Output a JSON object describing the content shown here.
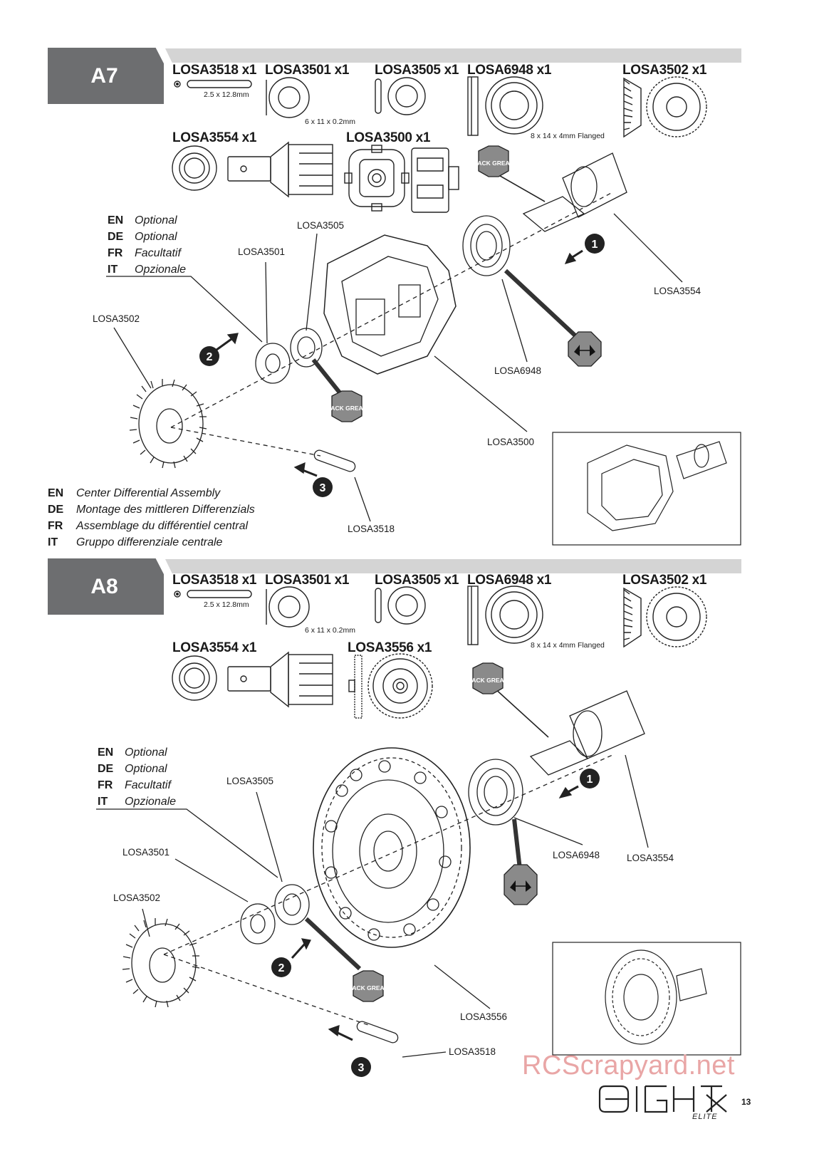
{
  "sections": [
    {
      "step": "A7",
      "parts": {
        "p1": "LOSA3518 x1",
        "p2": "LOSA3501 x1",
        "p3": "LOSA3505 x1",
        "p4": "LOSA6948 x1",
        "p5": "LOSA3502 x1",
        "p6": "LOSA3554 x1",
        "p7": "LOSA3500 x1"
      },
      "dims": {
        "d1": "2.5 x 12.8mm",
        "d2": "6 x 11 x 0.2mm",
        "d3": "8 x 14 x 4mm Flanged"
      },
      "optional": [
        {
          "code": "EN",
          "text": "Optional"
        },
        {
          "code": "DE",
          "text": "Optional"
        },
        {
          "code": "FR",
          "text": "Facultatif"
        },
        {
          "code": "IT",
          "text": "Opzionale"
        }
      ],
      "callouts": {
        "c1": "LOSA3505",
        "c2": "LOSA3501",
        "c3": "LOSA3502",
        "c4": "LOSA3554",
        "c5": "LOSA6948",
        "c6": "LOSA3500",
        "c7": "LOSA3518"
      },
      "grease": "BLACK GREASE",
      "steps": [
        "1",
        "2",
        "3"
      ],
      "title": [
        {
          "code": "EN",
          "text": "Center Differential Assembly"
        },
        {
          "code": "DE",
          "text": "Montage des mittleren Differenzials"
        },
        {
          "code": "FR",
          "text": "Assemblage du différentiel central"
        },
        {
          "code": "IT",
          "text": "Gruppo differenziale centrale"
        }
      ]
    },
    {
      "step": "A8",
      "parts": {
        "p1": "LOSA3518 x1",
        "p2": "LOSA3501 x1",
        "p3": "LOSA3505 x1",
        "p4": "LOSA6948 x1",
        "p5": "LOSA3502 x1",
        "p6": "LOSA3554 x1",
        "p7": "LOSA3556 x1"
      },
      "dims": {
        "d1": "2.5 x 12.8mm",
        "d2": "6 x 11 x 0.2mm",
        "d3": "8 x 14 x 4mm Flanged"
      },
      "optional": [
        {
          "code": "EN",
          "text": "Optional"
        },
        {
          "code": "DE",
          "text": "Optional"
        },
        {
          "code": "FR",
          "text": "Facultatif"
        },
        {
          "code": "IT",
          "text": "Opzionale"
        }
      ],
      "callouts": {
        "c1": "LOSA3505",
        "c2": "LOSA3501",
        "c3": "LOSA3502",
        "c4": "LOSA3554",
        "c5": "LOSA6948",
        "c6": "LOSA3556",
        "c7": "LOSA3518"
      },
      "grease": "BLACK GREASE",
      "steps": [
        "1",
        "2",
        "3"
      ]
    }
  ],
  "watermark": "RCScrapyard.net",
  "page_number": "13",
  "brand": "8IGHT-X ELITE"
}
